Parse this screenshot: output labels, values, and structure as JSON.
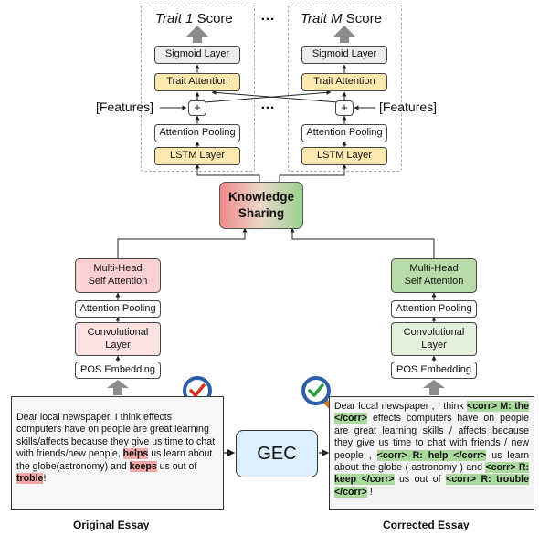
{
  "traits": {
    "left_title": {
      "italic": "Trait 1",
      "rest": " Score"
    },
    "right_title": {
      "italic": "Trait M",
      "rest": " Score"
    },
    "ellipsis": "…",
    "sigmoid": "Sigmoid Layer",
    "trait_attention": "Trait Attention",
    "plus": "+",
    "attention_pooling": "Attention Pooling",
    "lstm": "LSTM Layer",
    "features": "[Features]"
  },
  "knowledge_sharing": {
    "line1": "Knowledge",
    "line2": "Sharing"
  },
  "encoder": {
    "mhsa": {
      "line1": "Multi-Head",
      "line2": "Self Attention"
    },
    "attention_pooling": "Attention Pooling",
    "conv": {
      "line1": "Convolutional",
      "line2": "Layer"
    },
    "pos": "POS Embedding"
  },
  "gec": "GEC",
  "original_essay": {
    "segments": [
      {
        "t": "Dear local newspaper, I think "
      },
      {
        "t": " ",
        "hl": "plain"
      },
      {
        "t": "effects computers have on people are great learning skills/affects because they give us time to chat with friends/new people, "
      },
      {
        "t": "helps",
        "hl": "bold"
      },
      {
        "t": " us learn about the globe(astronomy) and "
      },
      {
        "t": "keeps",
        "hl": "bold"
      },
      {
        "t": " us out of "
      },
      {
        "t": "troble",
        "hl": "bold"
      },
      {
        "t": "!"
      }
    ],
    "caption": "Original Essay"
  },
  "corrected_essay": {
    "segments": [
      {
        "t": "Dear local newspaper , I think "
      },
      {
        "t": "<corr> M: the </corr>",
        "hl": "bold"
      },
      {
        "t": " effects computers have on people are great learning skills / affects because they give us time to chat with friends / new people , "
      },
      {
        "t": "<corr> R: help </corr>",
        "hl": "bold"
      },
      {
        "t": " us learn about the globe ( astronomy ) and "
      },
      {
        "t": "<corr> R: keep </corr>",
        "hl": "bold"
      },
      {
        "t": " us out of "
      },
      {
        "t": "<corr> R: trouble </corr>",
        "hl": "bold"
      },
      {
        "t": " !"
      }
    ],
    "caption": "Corrected Essay"
  },
  "icons": {
    "left": "magnifier-check-icon",
    "right": "magnifier-check-icon"
  },
  "colors": {
    "highlight_red": "#f4a6a6",
    "highlight_green": "#aad99d",
    "trait_attention_fill": "#fde9b0",
    "gec_fill": "#ddeefc"
  }
}
